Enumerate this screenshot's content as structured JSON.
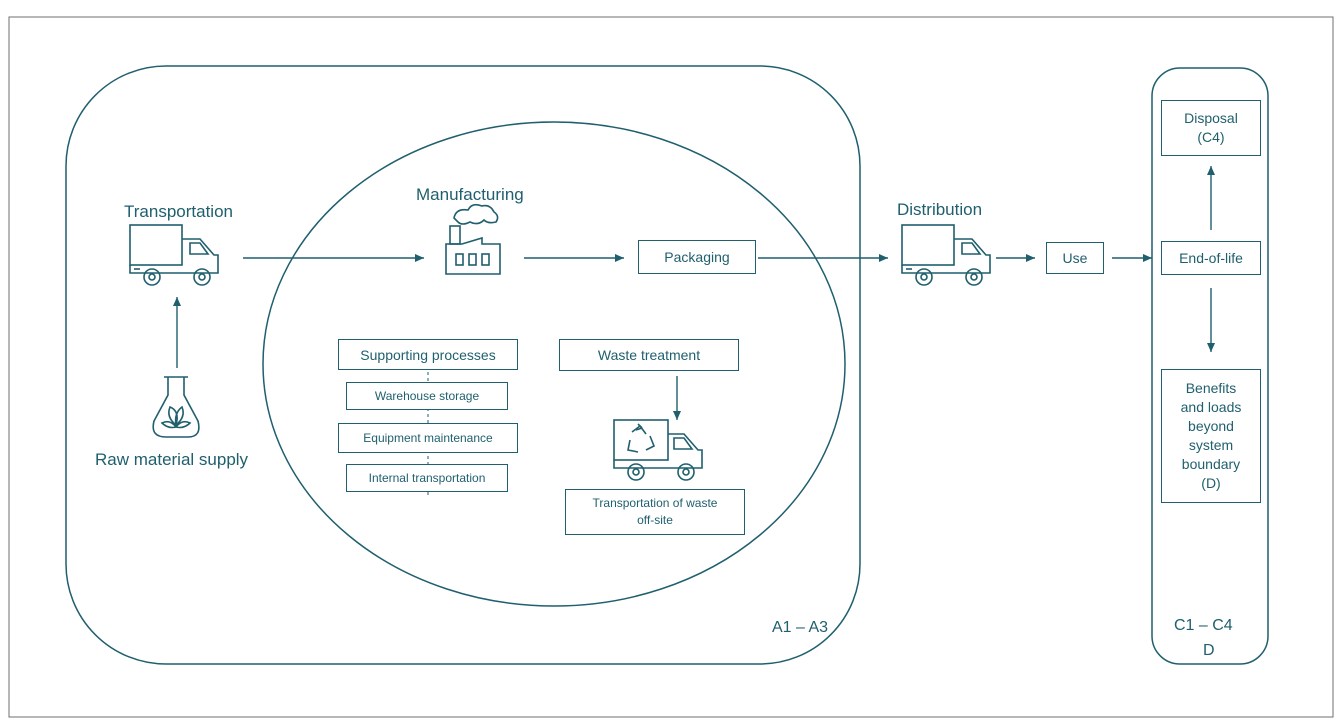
{
  "diagram": {
    "colors": {
      "stroke": "#1f5f6e",
      "background": "#ffffff"
    },
    "stages": {
      "transportation": "Transportation",
      "raw_material": "Raw material supply",
      "manufacturing": "Manufacturing",
      "packaging": "Packaging",
      "distribution": "Distribution",
      "use": "Use",
      "end_of_life": "End-of-life",
      "disposal": [
        "Disposal",
        "(C4)"
      ],
      "benefits": [
        "Benefits",
        "and loads",
        "beyond",
        "system",
        "boundary",
        "(D)"
      ]
    },
    "supporting": {
      "title": "Supporting processes",
      "items": [
        "Warehouse storage",
        "Equipment maintenance",
        "Internal transportation"
      ]
    },
    "waste": {
      "title": "Waste treatment",
      "transport": [
        "Transportation of waste",
        "off-site"
      ]
    },
    "modules": {
      "a1_a3": "A1 – A3",
      "c1_c4": "C1 – C4",
      "d": "D"
    },
    "icons": [
      "truck-icon",
      "flask-icon",
      "factory-icon",
      "recycling-truck-icon"
    ]
  }
}
